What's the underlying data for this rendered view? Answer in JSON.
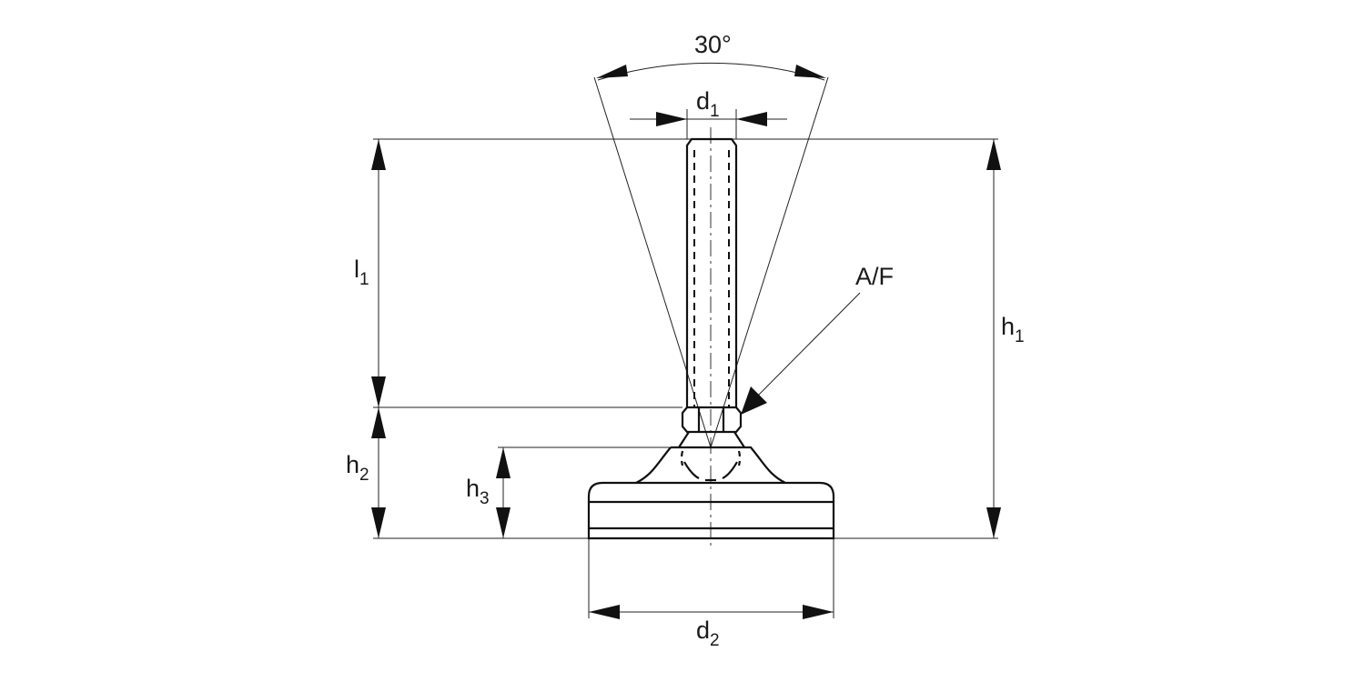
{
  "drawing": {
    "title": "Levelling foot dimension drawing",
    "labels": {
      "angle": "30°",
      "d1": {
        "base": "d",
        "sub": "1"
      },
      "l1": {
        "base": "l",
        "sub": "1"
      },
      "af": "A/F",
      "h1": {
        "base": "h",
        "sub": "1"
      },
      "h2": {
        "base": "h",
        "sub": "2"
      },
      "h3": {
        "base": "h",
        "sub": "3"
      },
      "d2": {
        "base": "d",
        "sub": "2"
      }
    },
    "colors": {
      "line": "#111111",
      "background": "#ffffff"
    }
  }
}
